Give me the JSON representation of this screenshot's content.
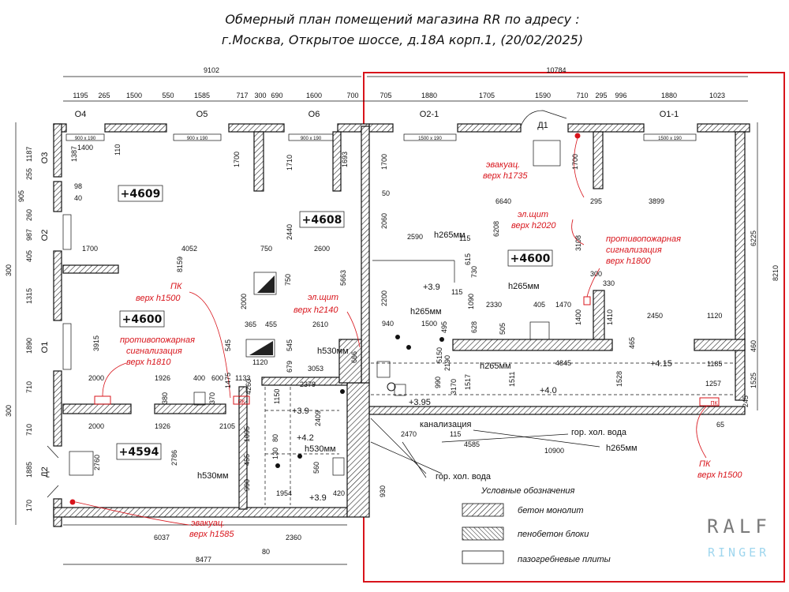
{
  "title": {
    "line1": "Обмерный план помещений магазина RR по адресу :",
    "line2": "г.Москва, Открытое шоссе, д.18А корп.1, (20/02/2025)"
  },
  "overall_dims": {
    "left_total": "9102",
    "right_total": "10784"
  },
  "top_dims": [
    "1195",
    "265",
    "1500",
    "550",
    "1585",
    "717",
    "300",
    "690",
    "1600",
    "700",
    "705",
    "1880",
    "1705",
    "1590",
    "710",
    "295",
    "996",
    "1880",
    "1023"
  ],
  "openings": {
    "O4": "O4",
    "O5": "O5",
    "O6": "O6",
    "O2_1": "O2-1",
    "D1": "Д1",
    "O1_1": "O1-1",
    "O3": "O3",
    "O2": "O2",
    "O1": "O1",
    "D2": "Д2"
  },
  "window_sizes": {
    "w900": "900 x 190",
    "w1500": "1500 x 190"
  },
  "rooms": {
    "r4609": "+4609",
    "r4608": "+4608",
    "r4600a": "+4600",
    "r4600b": "+4600",
    "r4594": "+4594"
  },
  "heights": {
    "h265": "h265мм",
    "h530": "h530мм"
  },
  "levels": {
    "l39a": "+3.9",
    "l39b": "+3.9",
    "l39c": "+3.9",
    "l42": "+4.2",
    "l395": "+3.95",
    "l40": "+4.0",
    "l415": "+4.15"
  },
  "annotations": {
    "evak1_a": "эвакуац.",
    "evak1_b": "верх h1735",
    "shch1_a": "эл.щит",
    "shch1_b": "верх h2020",
    "pps1_a": "противопожарная",
    "pps1_b": "сигнализация",
    "pps1_c": "верх h1800",
    "pk1_a": "ПК",
    "pk1_b": "верх h1500",
    "shch2_a": "эл.щит",
    "shch2_b": "верх h2140",
    "pps2_a": "противопожарная",
    "pps2_b": "сигнализация",
    "pps2_c": "верх h1810",
    "evak2_a": "эвакуац.",
    "evak2_b": "верх h1585",
    "pk2_a": "ПК",
    "pk2_b": "верх h1500",
    "pk_tag": "ПК"
  },
  "utilities": {
    "kanal": "канализация",
    "hv1": "гор. хол. вода",
    "hv2": "гор. хол. вода"
  },
  "dims_misc": {
    "d1400": "1400",
    "d1387": "1387",
    "d1187": "1187",
    "d255": "255",
    "d905": "905",
    "d260": "260",
    "d987": "987",
    "d405": "405",
    "d300": "300",
    "d1315": "1315",
    "d1890": "1890",
    "d710": "710",
    "d1885": "1885",
    "d170": "170",
    "d110": "110",
    "d98": "98",
    "d40": "40",
    "d1700a": "1700",
    "d4052": "4052",
    "d8159": "8159",
    "d3915": "3915",
    "d2000a": "2000",
    "d1926a": "1926",
    "d2000b": "2000",
    "d1926b": "1926",
    "d380": "380",
    "d370": "370",
    "d400": "400",
    "d600": "600",
    "d1133": "1133",
    "d2105": "2105",
    "d2786": "2786",
    "d2760": "2760",
    "d6037": "6037",
    "d2360": "2360",
    "d8477": "8477",
    "d80": "80",
    "d1700b": "1700",
    "d1710": "1710",
    "d1693": "1693",
    "d2440": "2440",
    "d2600": "2600",
    "d750a": "750",
    "d750b": "750",
    "d2000c": "2000",
    "d365": "365",
    "d455a": "455",
    "d1120a": "1120",
    "d545a": "545",
    "d545b": "545",
    "d2610": "2610",
    "d5663": "5663",
    "d679": "679",
    "d3053": "3053",
    "d1475": "1475",
    "d4260": "4260",
    "d1150": "1150",
    "d2379": "2379",
    "d2409": "2409",
    "d1095": "1095",
    "d455b": "455",
    "d80b": "80",
    "d130": "130",
    "d990": "990",
    "d560": "560",
    "d1954": "1954",
    "d420": "420",
    "d700b": "700",
    "d1700c": "1700",
    "d50": "50",
    "d2060": "2060",
    "d2590": "2590",
    "d115a": "115",
    "d615": "615",
    "d730": "730",
    "d2200": "2200",
    "d115b": "115",
    "d1090": "1090",
    "d2330": "2330",
    "d405b": "405",
    "d1470": "1470",
    "d940": "940",
    "d1500b": "1500",
    "d495": "495",
    "d628": "628",
    "d505": "505",
    "d5150": "5150",
    "d2190": "2190",
    "d4845": "4845",
    "d1511": "1511",
    "d1528": "1528",
    "d1517": "1517",
    "d990b": "990",
    "d3170": "3170",
    "d2470": "2470",
    "d115c": "115",
    "d4585": "4585",
    "d10900": "10900",
    "d930": "930",
    "d666": "666",
    "d6640": "6640",
    "d295b": "295",
    "d3899": "3899",
    "d6208": "6208",
    "d3108": "3108",
    "d300b": "300",
    "d330": "330",
    "d1400b": "1400",
    "d1410": "1410",
    "d2450": "2450",
    "d1120b": "1120",
    "d465": "465",
    "d1185": "1185",
    "d460": "460",
    "d1257": "1257",
    "d1525": "1525",
    "d245": "245",
    "d65": "65",
    "d6225": "6225",
    "d8210": "8210",
    "d1700d": "1700"
  },
  "legend": {
    "title": "Условные обозначения",
    "items": [
      "бетон монолит",
      "пенобетон блоки",
      "пазогребневые плиты"
    ]
  },
  "logo": {
    "line1": "RALF",
    "line2": "RINGER"
  },
  "colors": {
    "red": "#d8141b",
    "logo_gray": "#7a7a7a",
    "logo_blue": "#9fd6ee"
  }
}
